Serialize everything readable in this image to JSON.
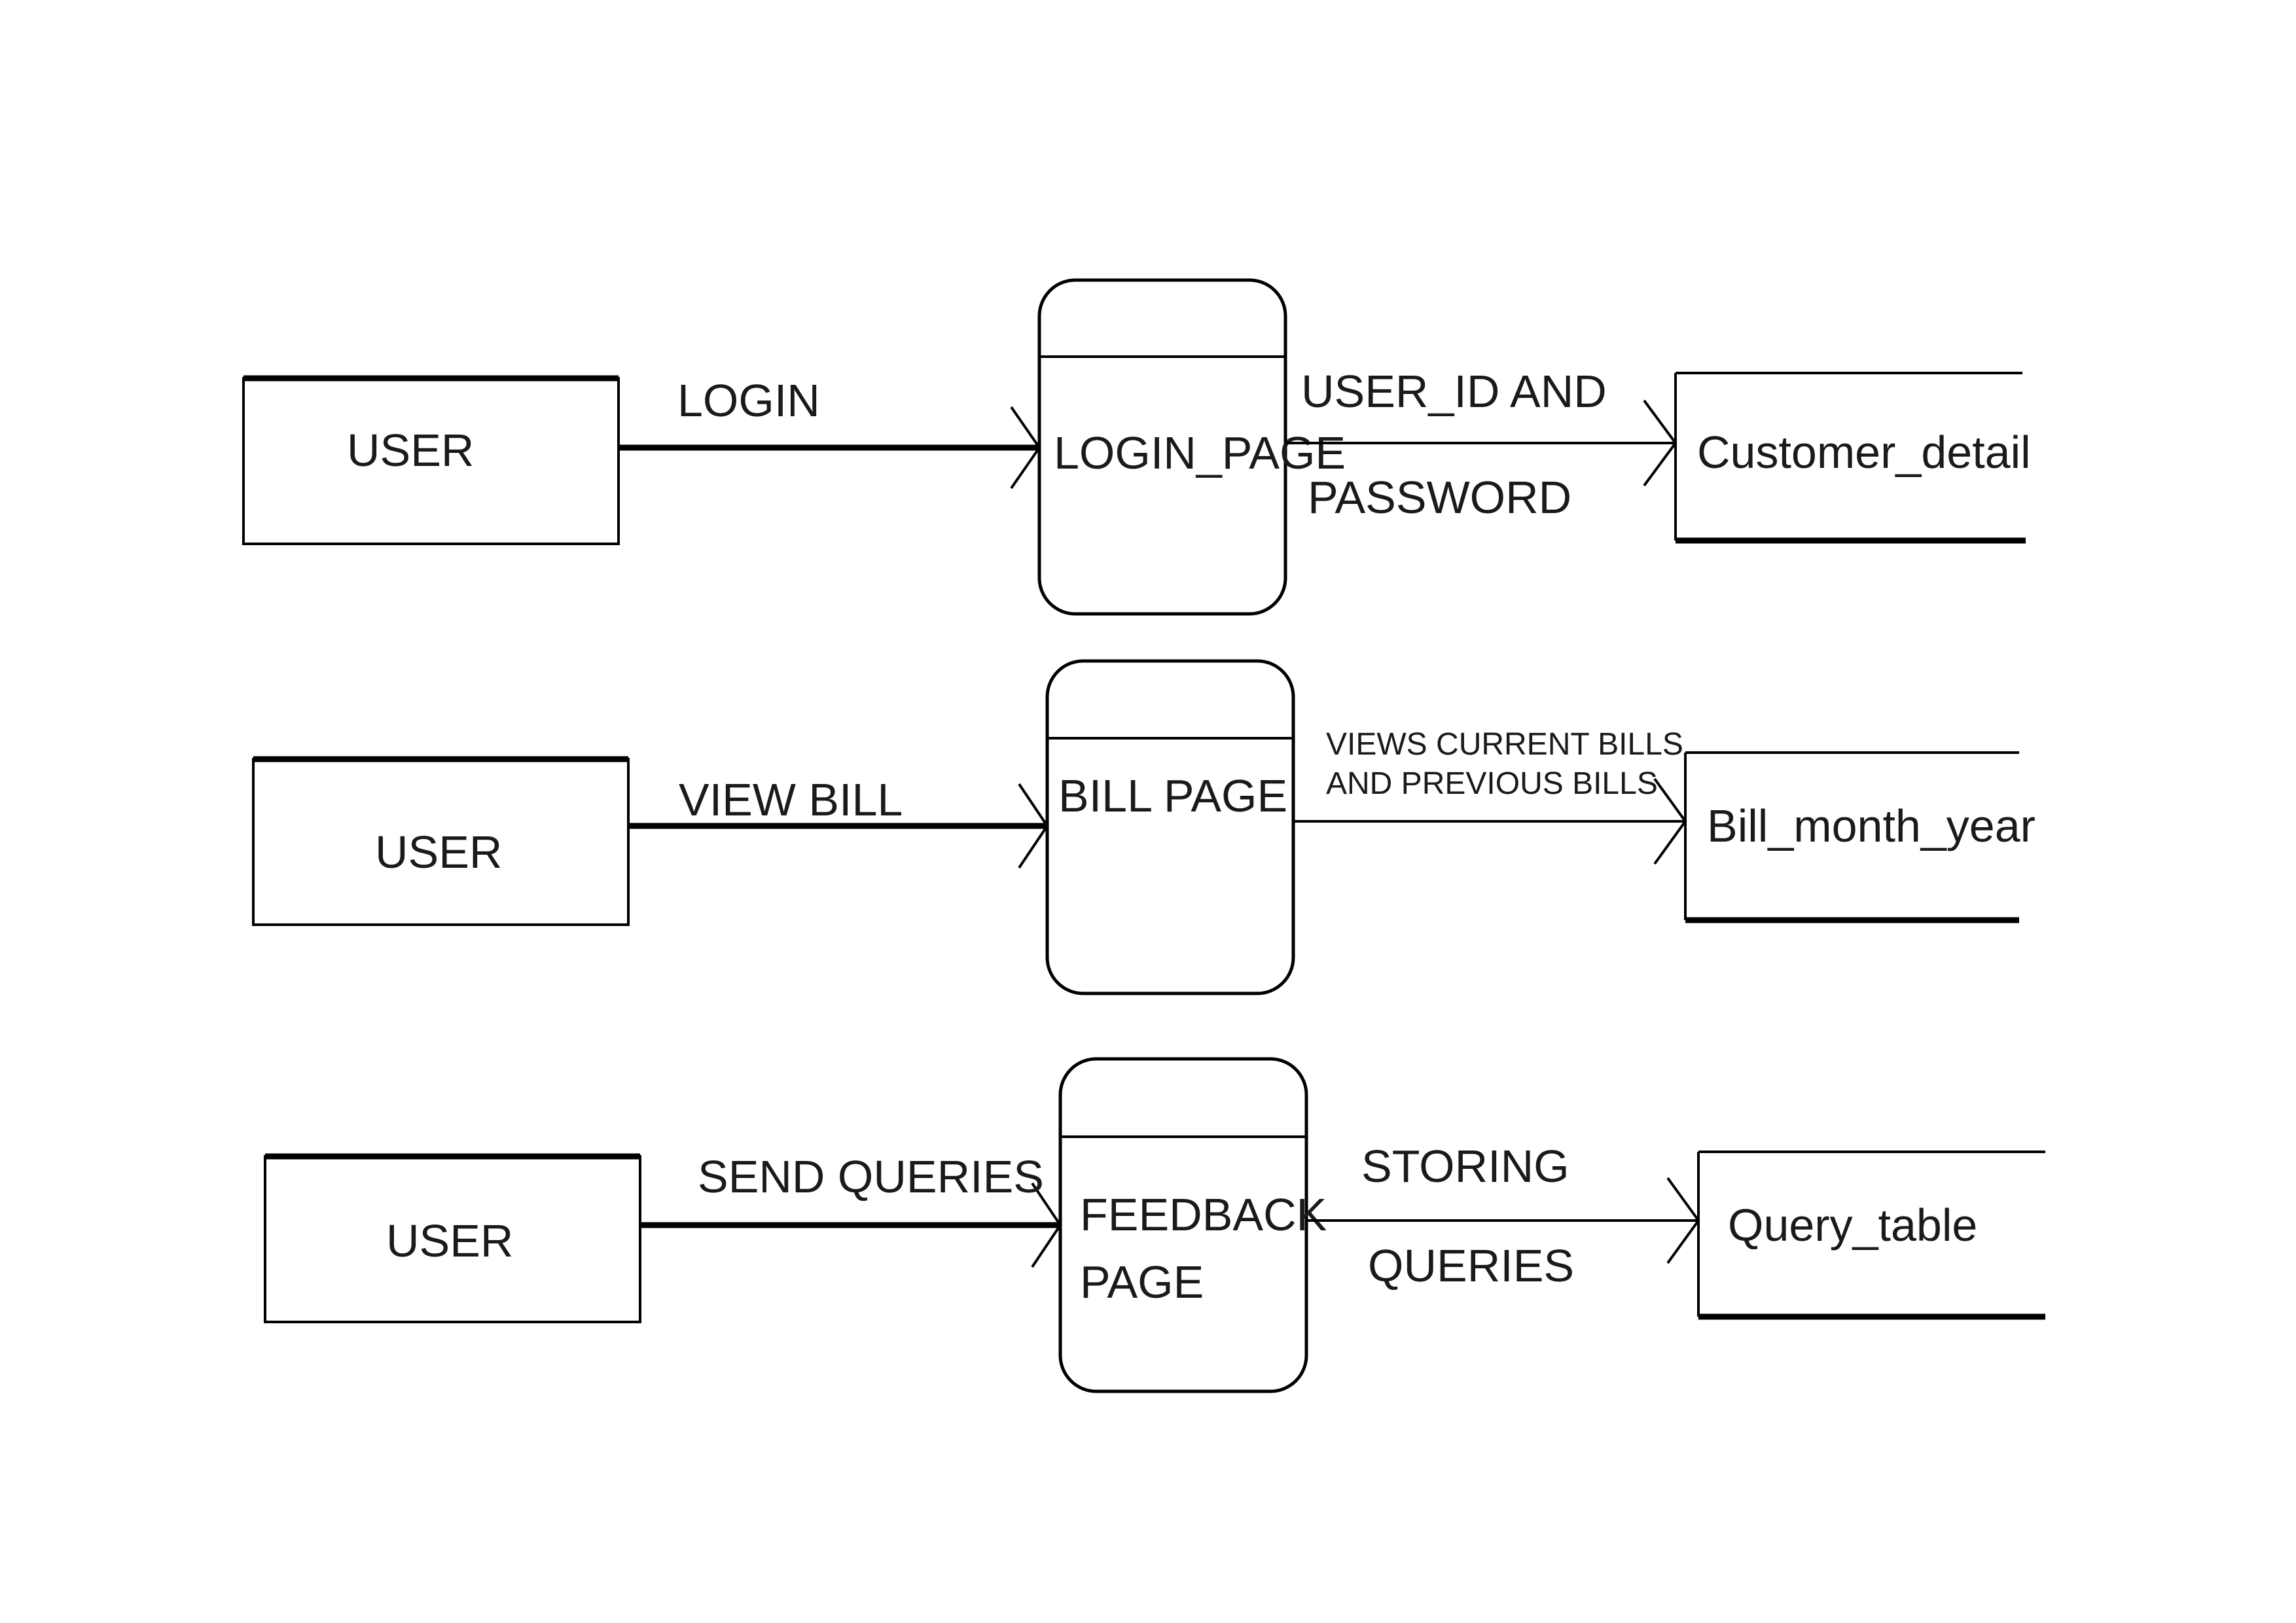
{
  "rows": [
    {
      "entity": "USER",
      "flow_in": "LOGIN",
      "process": "LOGIN_PAGE",
      "flow_out": [
        "USER_ID  AND",
        "PASSWORD"
      ],
      "store": "Customer_detail"
    },
    {
      "entity": "USER",
      "flow_in": "VIEW BILL",
      "process": "BILL PAGE",
      "flow_out": [
        "VIEWS CURRENT BILLS",
        "AND PREVIOUS BILLS"
      ],
      "store": "Bill_month_year"
    },
    {
      "entity": "USER",
      "flow_in": "SEND QUERIES",
      "process": [
        "FEEDBACK",
        "PAGE"
      ],
      "flow_out": [
        "STORING",
        "QUERIES"
      ],
      "store": "Query_table"
    }
  ]
}
